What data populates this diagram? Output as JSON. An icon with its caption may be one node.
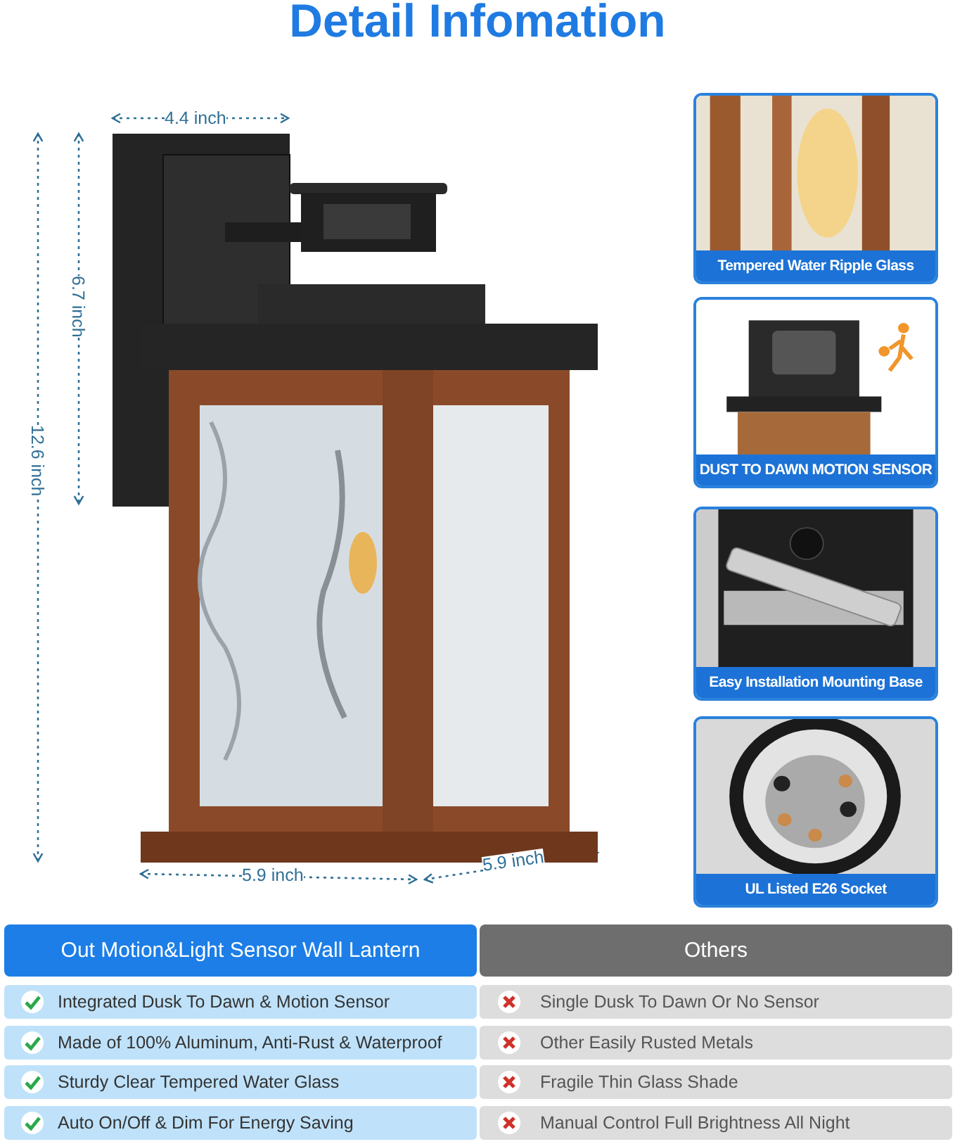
{
  "diagram": {
    "title": "Detail Infomation",
    "nodes": [
      {
        "text": [
          "Tempered Water Ripple Glass"
        ]
      },
      {
        "text": [
          "DUST TO DAWN MOTION SENSOR"
        ]
      },
      {
        "text": [
          "Easy Installation Mounting Base"
        ]
      },
      {
        "text": [
          "UL Listed E26 Socket"
        ]
      }
    ],
    "labels": [
      "4.4 inch",
      "6.7 inch",
      "12.6 inch",
      "5.9 inch",
      "5.9 inch",
      "Out Motion&Light Sensor Wall Lantern",
      "Others",
      "Integrated Dusk To Dawn & Motion Sensor",
      "Single Dusk To Dawn Or No Sensor",
      "Made of 100% Aluminum, Anti-Rust & Waterproof",
      "Other Easily Rusted Metals",
      "Sturdy Clear Tempered Water Glass",
      "Fragile Thin Glass Shade",
      "Auto On/Off & Dim For Energy Saving",
      "Manual Control Full Brightness All Night"
    ]
  }
}
